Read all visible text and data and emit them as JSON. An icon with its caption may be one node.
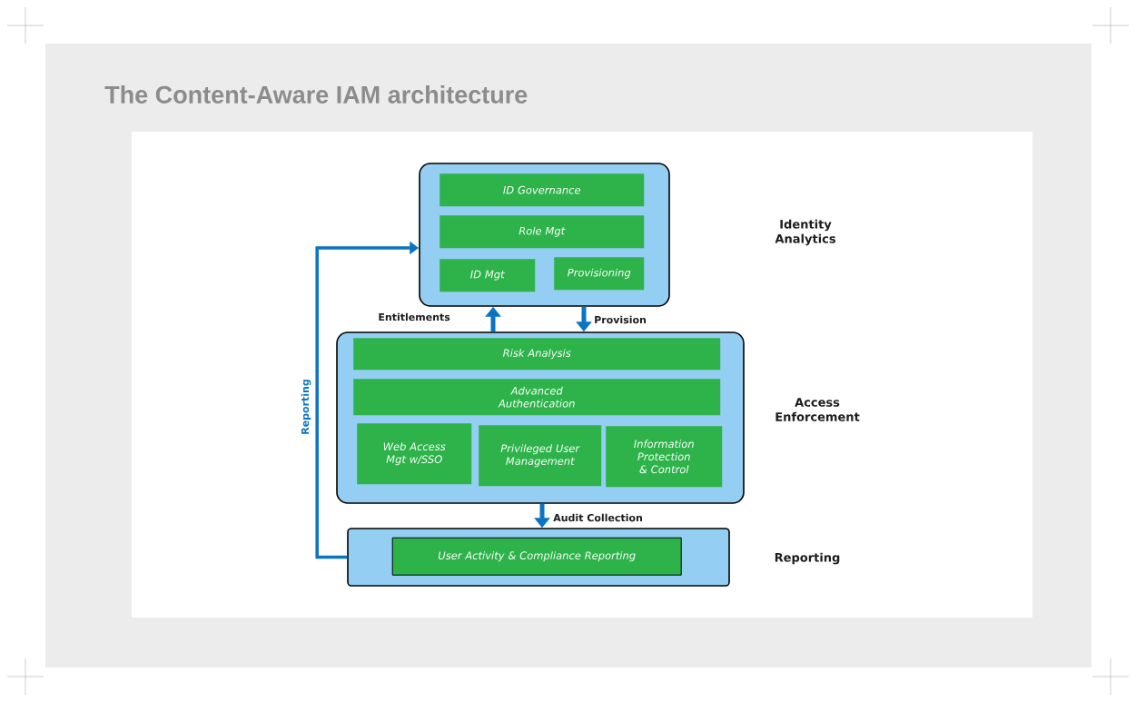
{
  "diagram": {
    "title": "The Content-Aware IAM architecture",
    "nodes": [
      {
        "text": [],
        "shape": "box"
      },
      {
        "text": [
          "ID Governance"
        ],
        "in": 0
      },
      {
        "text": [
          "Role Mgt"
        ],
        "in": 0
      },
      {
        "text": [
          "ID Mgt"
        ],
        "in": 0
      },
      {
        "text": [
          "Provisioning"
        ],
        "in": 0
      },
      {
        "text": [],
        "shape": "box"
      },
      {
        "text": [
          "Risk Analysis"
        ],
        "in": 5
      },
      {
        "text": [
          "Advanced Authentication"
        ],
        "in": 5
      },
      {
        "text": [
          "Web Access Mgt w/SSO"
        ],
        "in": 5
      },
      {
        "text": [
          "Privileged User Management"
        ],
        "in": 5
      },
      {
        "text": [
          "Information Protection & Control"
        ],
        "in": 5
      },
      {
        "text": [],
        "shape": "box"
      },
      {
        "text": [
          "User Activity & Compliance Reporting"
        ],
        "in": 11
      }
    ],
    "edges": [
      {
        "from": 5,
        "to": 0,
        "arrow": "to",
        "label": "Entitlements"
      },
      {
        "from": 0,
        "to": 5,
        "arrow": "to",
        "label": "Provision"
      },
      {
        "from": 5,
        "to": 11,
        "arrow": "to",
        "label": "Audit Collection"
      },
      {
        "from": 11,
        "to": 0,
        "arrow": "to",
        "label": "Reporting"
      }
    ],
    "labels": [
      "Identity Analytics",
      "Access Enforcement",
      "Reporting"
    ]
  }
}
